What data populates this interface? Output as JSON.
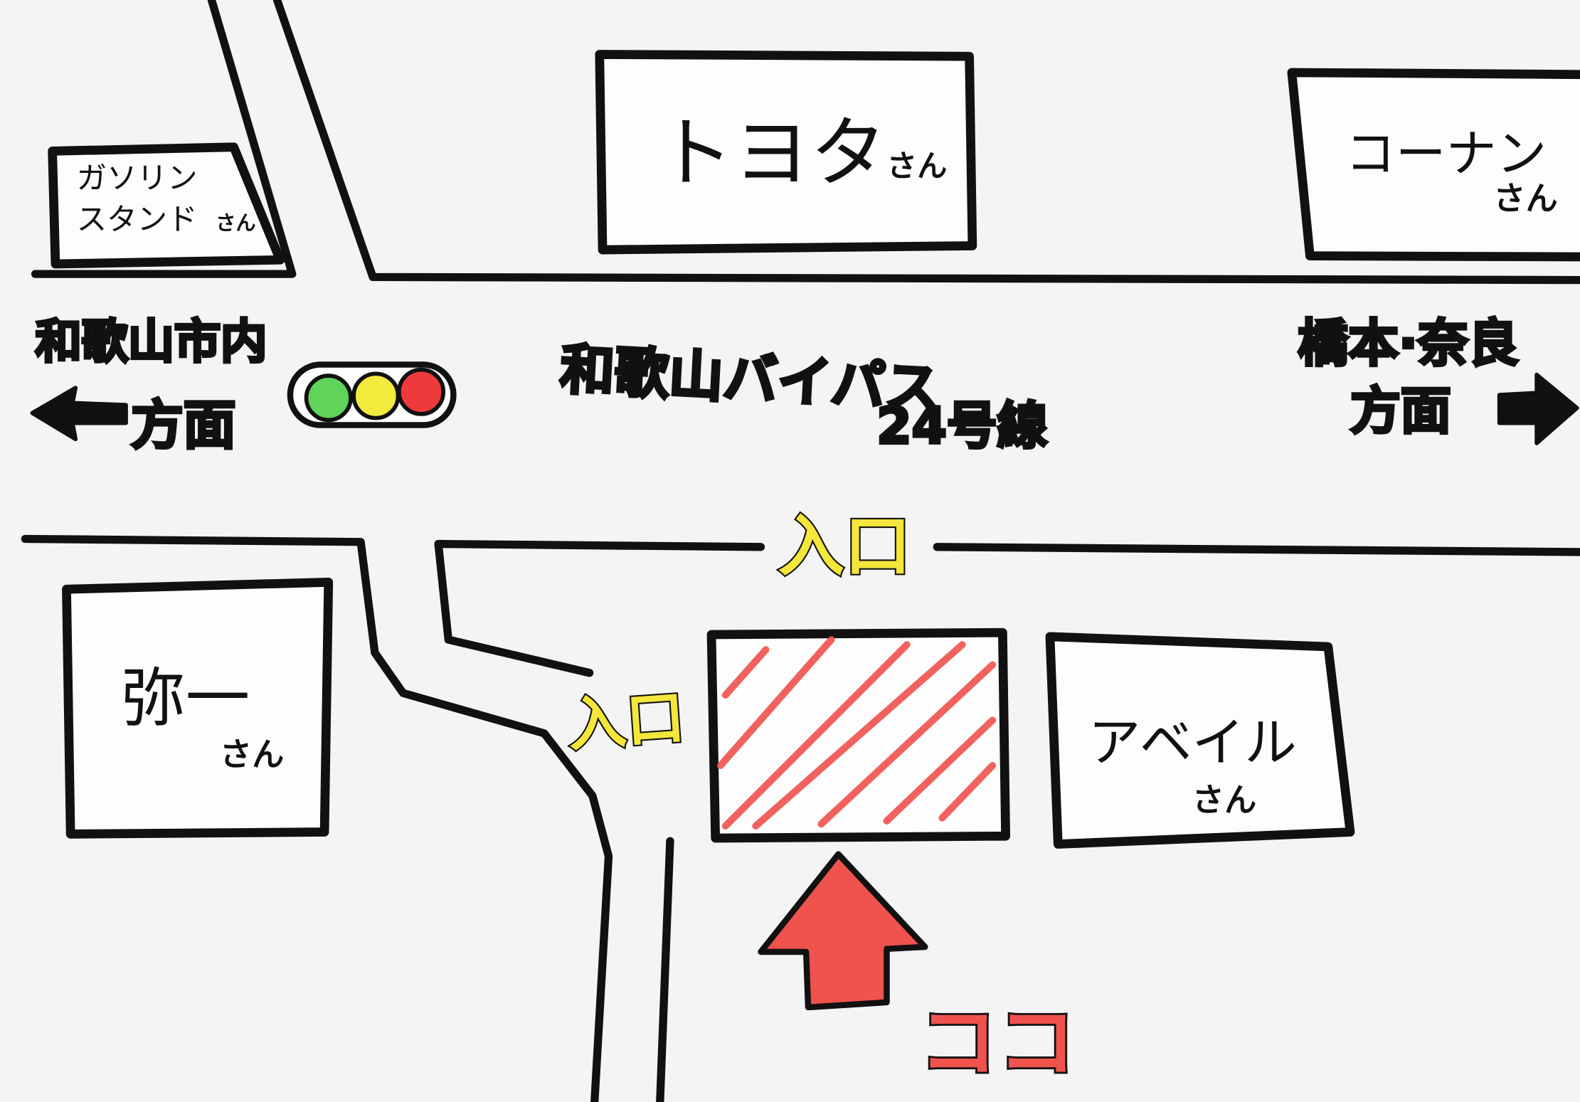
{
  "map": {
    "colors": {
      "paper": "#f4f4f4",
      "ink": "#111111",
      "highlight": "#f0524d",
      "entrance": "#f4e63a",
      "signal_green": "#5fd35a",
      "signal_yellow": "#f2ea3c",
      "signal_red": "#ee3a3a"
    },
    "landmarks": {
      "gas_station": {
        "line1": "ガソリン",
        "line2": "スタンド",
        "suffix": "さん"
      },
      "toyota": {
        "name": "トヨタ",
        "suffix": "さん"
      },
      "konan": {
        "name": "コーナン",
        "suffix": "さん"
      },
      "yaichi": {
        "name": "弥一",
        "suffix": "さん"
      },
      "avail": {
        "name": "アベイル",
        "suffix": "さん"
      }
    },
    "directions": {
      "left": {
        "line1": "和歌山市内",
        "line2": "方面",
        "icon": "arrow-left-icon"
      },
      "right": {
        "line1": "橋本·奈良",
        "line2": "方面",
        "icon": "arrow-right-icon"
      }
    },
    "road": {
      "line1": "和歌山バイパス",
      "line2": "24号線"
    },
    "entrance_label": "入口",
    "here_label": "ココ",
    "icons": [
      "traffic-light-icon",
      "arrow-up-icon"
    ]
  }
}
